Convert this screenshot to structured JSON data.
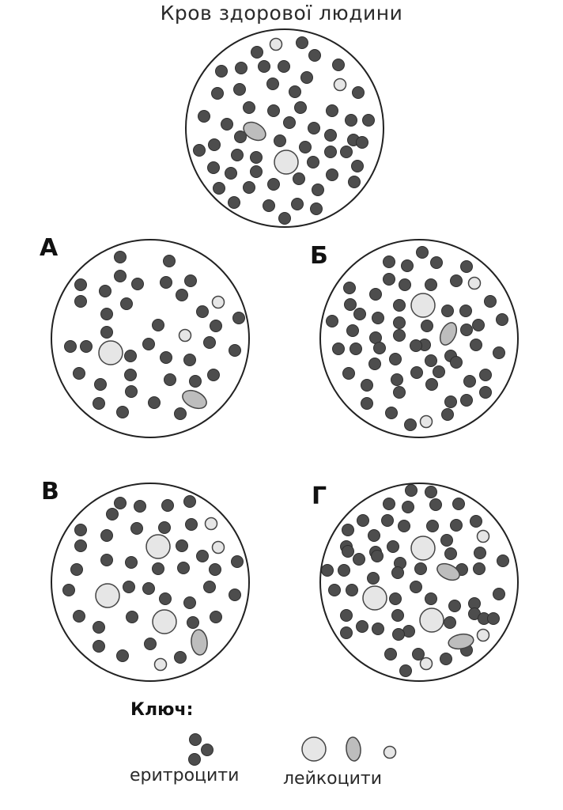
{
  "title": "Кров здорової людини",
  "panels": {
    "a": "А",
    "b": "Б",
    "v": "В",
    "g": "Г"
  },
  "key": {
    "title": "Ключ:",
    "erythrocytes": "еритроцити",
    "leukocytes": "лейкоцити"
  },
  "colors": {
    "erythrocyte": "#4d4d4d",
    "leukocyte_round": "#e6e6e6",
    "leukocyte_oval": "#bdbdbd",
    "outline": "#222222"
  }
}
